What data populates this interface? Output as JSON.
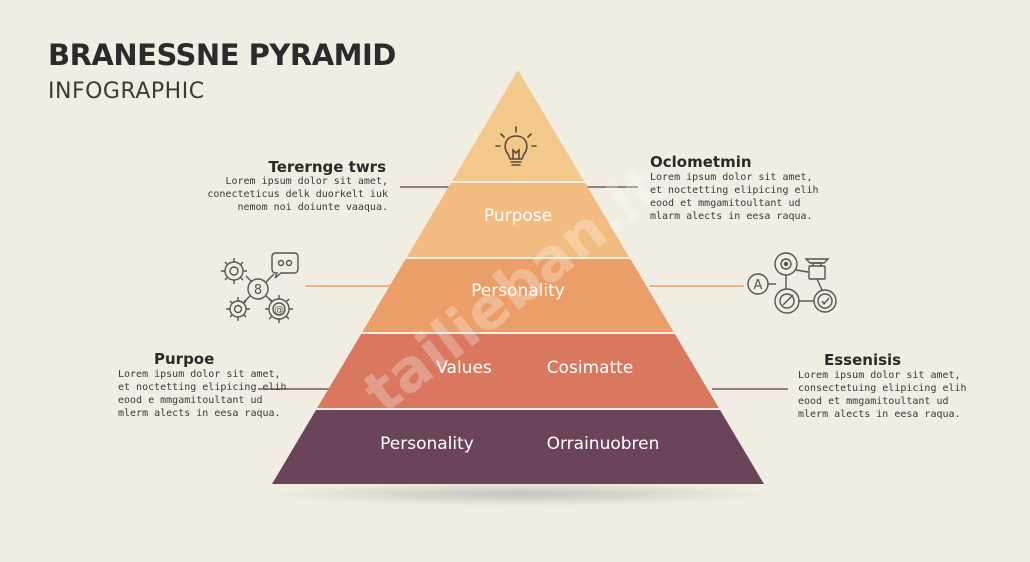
{
  "header": {
    "title": "BRANESSNE PYRAMID",
    "subtitle": "INFOGRAPHIC"
  },
  "pyramid": {
    "tiers": [
      {
        "labels": [],
        "color": "#f3c98b",
        "icon": "lightbulb-icon"
      },
      {
        "labels": [
          "Purpose"
        ],
        "color": "#f2bb7f"
      },
      {
        "labels": [
          "Personality"
        ],
        "color": "#eb9e68"
      },
      {
        "labels": [
          "Values",
          "Cosimatte"
        ],
        "color": "#d9785f"
      },
      {
        "labels": [
          "Personality",
          "Orrainuobren"
        ],
        "color": "#6b4459"
      }
    ],
    "watermark": "tailieban.it"
  },
  "notes": {
    "top_left": {
      "heading": "Terernge twrs",
      "lines": [
        "Lorem ipsum dolor sit amet,",
        "conecteticus delk duorkelt iuk",
        "nemom noi doiunte vaaqua."
      ]
    },
    "top_right": {
      "heading": "Oclometmin",
      "lines": [
        "Lorem ipsum dolor sit amet,",
        "et noctetting elipicing elih",
        "eood et mmgamitoultant ud",
        "mlarm alects in eesa raqua."
      ]
    },
    "bottom_left": {
      "heading": "Purpoe",
      "lines": [
        "Lorem ipsum dolor sit amet,",
        "et noctetting elipicing elih",
        "eood e mmgamitoultant ud",
        "mlerm alects in eesa raqua."
      ]
    },
    "bottom_right": {
      "heading": "Essenisis",
      "lines": [
        "Lorem ipsum dolor sit amet,",
        "consectetuing elipicing elih",
        "eood et mmgamitoultant ud",
        "mlerm alects in eesa raqua."
      ]
    }
  },
  "icons": {
    "left_cluster": [
      "gear-icon",
      "chat-bubble-icon",
      "gear-icon",
      "gear-icon"
    ],
    "left_cluster_labels": [
      "8",
      "@"
    ],
    "right_cluster": [
      "network-icon",
      "briefcase-icon",
      "target-icon",
      "check-icon"
    ],
    "right_cluster_labels": [
      "A"
    ],
    "stroke_color": "#555555"
  }
}
